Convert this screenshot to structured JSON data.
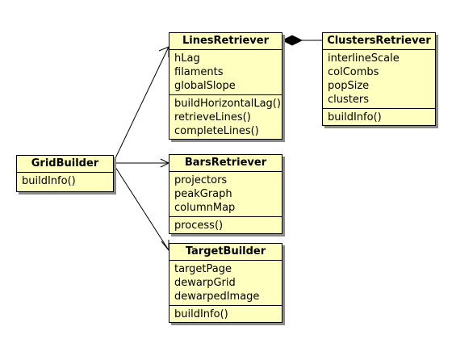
{
  "classes": {
    "grid_builder": {
      "name": "GridBuilder",
      "attributes": [],
      "operations": [
        "buildInfo()"
      ]
    },
    "lines_retriever": {
      "name": "LinesRetriever",
      "attributes": [
        "hLag",
        "filaments",
        "globalSlope"
      ],
      "operations": [
        "buildHorizontalLag()",
        "retrieveLines()",
        "completeLines()"
      ]
    },
    "clusters_retriever": {
      "name": "ClustersRetriever",
      "attributes": [
        "interlineScale",
        "colCombs",
        "popSize",
        "clusters"
      ],
      "operations": [
        "buildInfo()"
      ]
    },
    "bars_retriever": {
      "name": "BarsRetriever",
      "attributes": [
        "projectors",
        "peakGraph",
        "columnMap"
      ],
      "operations": [
        "process()"
      ]
    },
    "target_builder": {
      "name": "TargetBuilder",
      "attributes": [
        "targetPage",
        "dewarpGrid",
        "dewarpedImage"
      ],
      "operations": [
        "buildInfo()"
      ]
    }
  },
  "relations": [
    {
      "from": "GridBuilder",
      "to": "LinesRetriever",
      "type": "navigable-association"
    },
    {
      "from": "GridBuilder",
      "to": "BarsRetriever",
      "type": "navigable-association"
    },
    {
      "from": "GridBuilder",
      "to": "TargetBuilder",
      "type": "navigable-association"
    },
    {
      "from": "LinesRetriever",
      "to": "ClustersRetriever",
      "type": "composition"
    }
  ],
  "colors": {
    "class_fill": "#ffffc0",
    "border": "#000000",
    "shadow": "#8a8a8a"
  }
}
